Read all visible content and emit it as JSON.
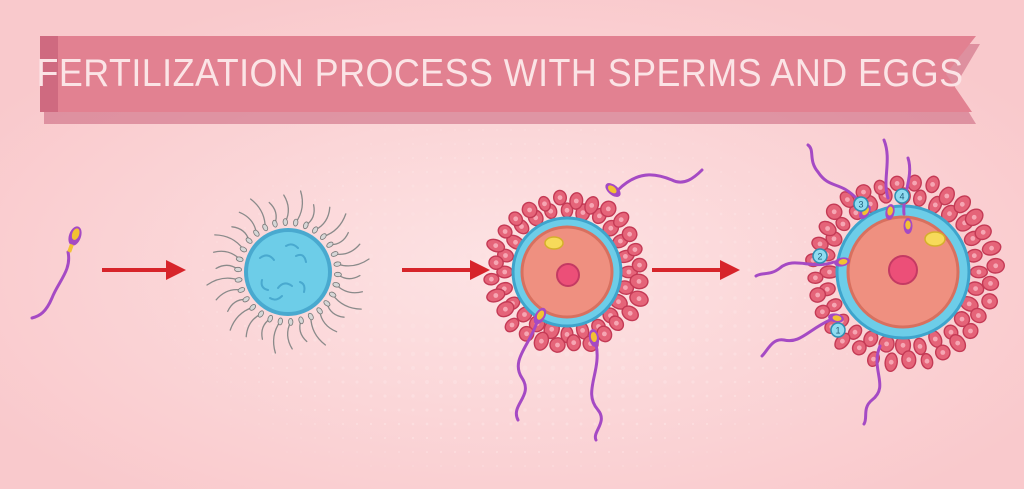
{
  "title": "FERTILIZATION PROCESS WITH SPERMS AND EGGS",
  "step_markers": [
    "1",
    "2",
    "3",
    "4"
  ],
  "stages": [
    {
      "name": "sperm"
    },
    {
      "name": "egg-surrounded-by-sperms"
    },
    {
      "name": "egg-with-corona-radiata"
    },
    {
      "name": "fertilization-steps"
    }
  ],
  "colors": {
    "background": "#f9c9cc",
    "banner": "#e28191",
    "banner_title": "#fbe4e6",
    "arrow": "#d7242a",
    "egg_blue": "#6dcde8",
    "corona_red": "#d9455d",
    "cytoplasm": "#ef9080",
    "nucleus": "#ec4f78",
    "sperm_tail": "#a54ac4",
    "sperm_head": "#f2c232"
  }
}
